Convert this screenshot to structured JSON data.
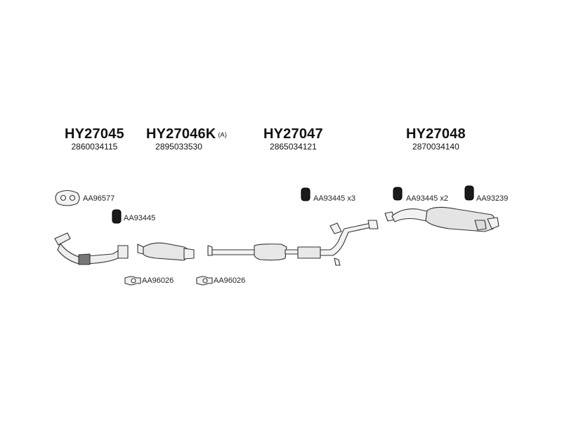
{
  "sections": [
    {
      "code": "HY27045",
      "number": "2860034115"
    },
    {
      "code": "HY27046K",
      "suffix": "(A)",
      "number": "2895033530"
    },
    {
      "code": "HY27047",
      "number": "2865034121"
    },
    {
      "code": "HY27048",
      "number": "2870034140"
    }
  ],
  "parts": [
    {
      "label": "AA96577"
    },
    {
      "label": "AA93445"
    },
    {
      "label": "AA96026"
    },
    {
      "label": "AA96026"
    },
    {
      "label": "AA93445 x3"
    },
    {
      "label": "AA93445 x2"
    },
    {
      "label": "AA93239"
    }
  ]
}
